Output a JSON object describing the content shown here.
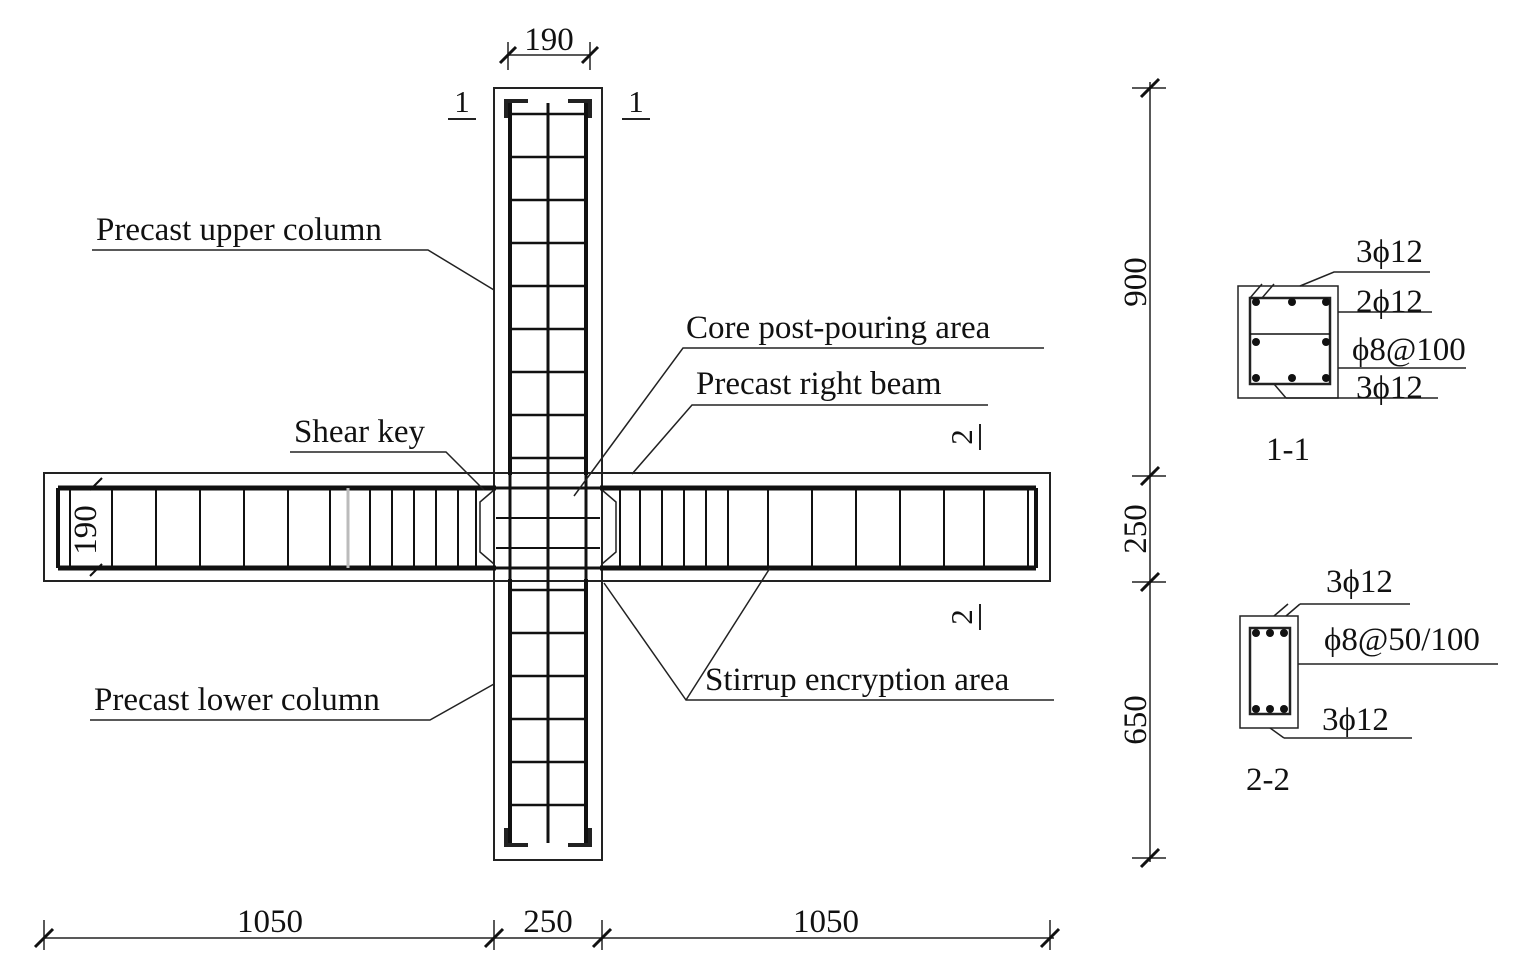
{
  "dims": {
    "top_col_width": "190",
    "beam_height": "190",
    "left_span": "1050",
    "core_width": "250",
    "right_span": "1050",
    "upper_height": "900",
    "core_height": "250",
    "lower_height": "650"
  },
  "section_marks": {
    "s1_left": "1",
    "s1_right": "1",
    "s2_top": "2",
    "s2_bottom": "2"
  },
  "labels": {
    "upper_column": "Precast upper column",
    "core_area": "Core post-pouring area",
    "right_beam": "Precast right beam",
    "shear_key": "Shear key",
    "lower_column": "Precast lower column",
    "stirrup_area": "Stirrup encryption area"
  },
  "section_1_1": {
    "title": "1-1",
    "rebar_top": "3ϕ12",
    "rebar_mid": "2ϕ12",
    "stirrup": "ϕ8@100",
    "rebar_bottom": "3ϕ12"
  },
  "section_2_2": {
    "title": "2-2",
    "rebar_top": "3ϕ12",
    "stirrup": "ϕ8@50/100",
    "rebar_bottom": "3ϕ12"
  }
}
